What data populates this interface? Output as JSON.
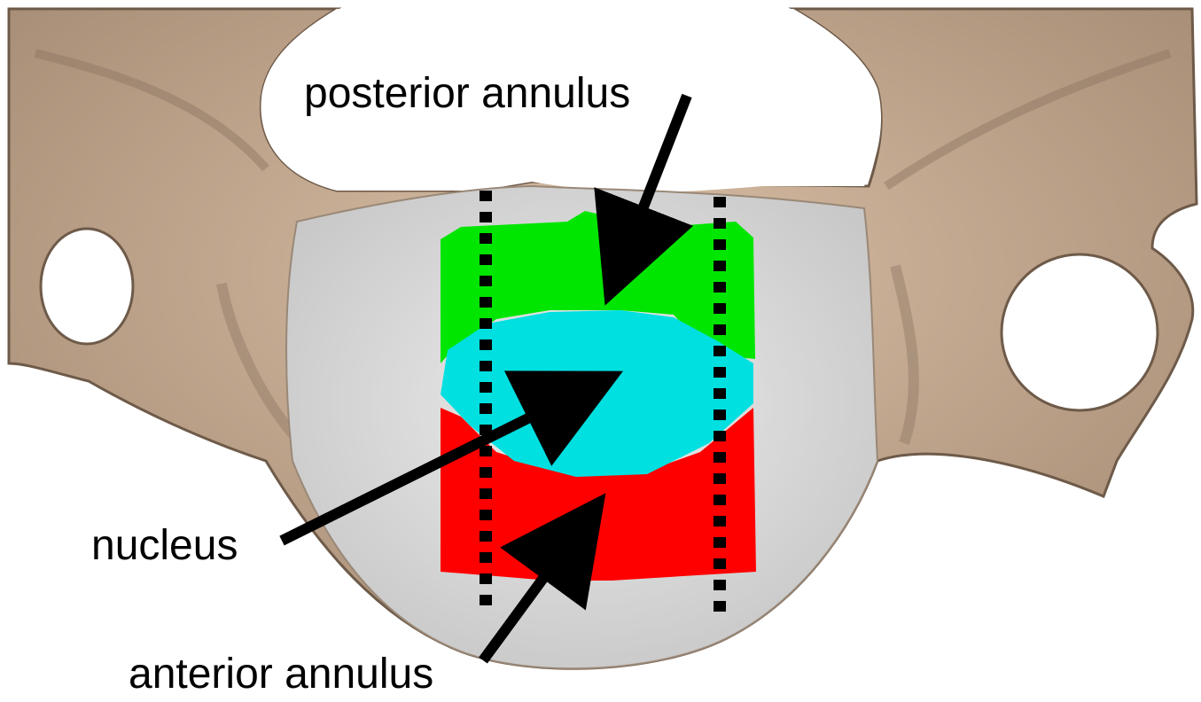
{
  "labels": {
    "posterior": "posterior annulus",
    "nucleus": "nucleus",
    "anterior": "anterior annulus"
  },
  "colors": {
    "bone": "#c9ae95",
    "bone_shadow": "#8f7763",
    "disc": "#dcdcdc",
    "posterior_annulus": "#00e600",
    "nucleus": "#00e0e0",
    "anterior_annulus": "#ff0000",
    "arrow": "#000000",
    "dotted_line": "#000000"
  },
  "regions": [
    "posterior-annulus-region",
    "nucleus-region",
    "anterior-annulus-region"
  ]
}
